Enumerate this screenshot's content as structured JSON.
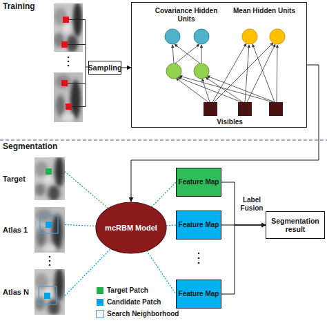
{
  "diagram": {
    "nodes": [
      {
        "text": [
          "Sampling"
        ]
      },
      {
        "text": [
          "Covariance Hidden Units",
          "Mean Hidden Units",
          "Visibles"
        ]
      },
      {
        "text": [
          "Target"
        ]
      },
      {
        "text": [
          "Atlas 1"
        ]
      },
      {
        "text": [
          "Atlas N"
        ]
      },
      {
        "text": [
          "mcRBM Model"
        ]
      },
      {
        "text": [
          "Feature Map"
        ]
      },
      {
        "text": [
          "Feature Map"
        ]
      },
      {
        "text": [
          "Feature Map"
        ]
      },
      {
        "text": [
          "Segmentation result"
        ]
      }
    ],
    "edges": [
      {
        "from": 0,
        "to": 1,
        "arrow": "to"
      },
      {
        "from": 1,
        "to": 5,
        "arrow": "to"
      },
      {
        "from": 2,
        "to": 5,
        "arrow": "none"
      },
      {
        "from": 3,
        "to": 5,
        "arrow": "none"
      },
      {
        "from": 4,
        "to": 5,
        "arrow": "none"
      },
      {
        "from": 5,
        "to": 6,
        "arrow": "none"
      },
      {
        "from": 5,
        "to": 7,
        "arrow": "none"
      },
      {
        "from": 5,
        "to": 8,
        "arrow": "none"
      },
      {
        "from": 6,
        "to": 9,
        "arrow": "to"
      },
      {
        "from": 7,
        "to": 9,
        "arrow": "to"
      },
      {
        "from": 8,
        "to": 9,
        "arrow": "to"
      }
    ],
    "labels": [
      "Training",
      "Segmentation",
      "Label Fusion"
    ],
    "legend": [
      {
        "text": "Target Patch",
        "color": "#22b14c"
      },
      {
        "text": "Candidate Patch",
        "color": "#00a2e8"
      },
      {
        "text": "Search Neighborhood"
      }
    ]
  }
}
